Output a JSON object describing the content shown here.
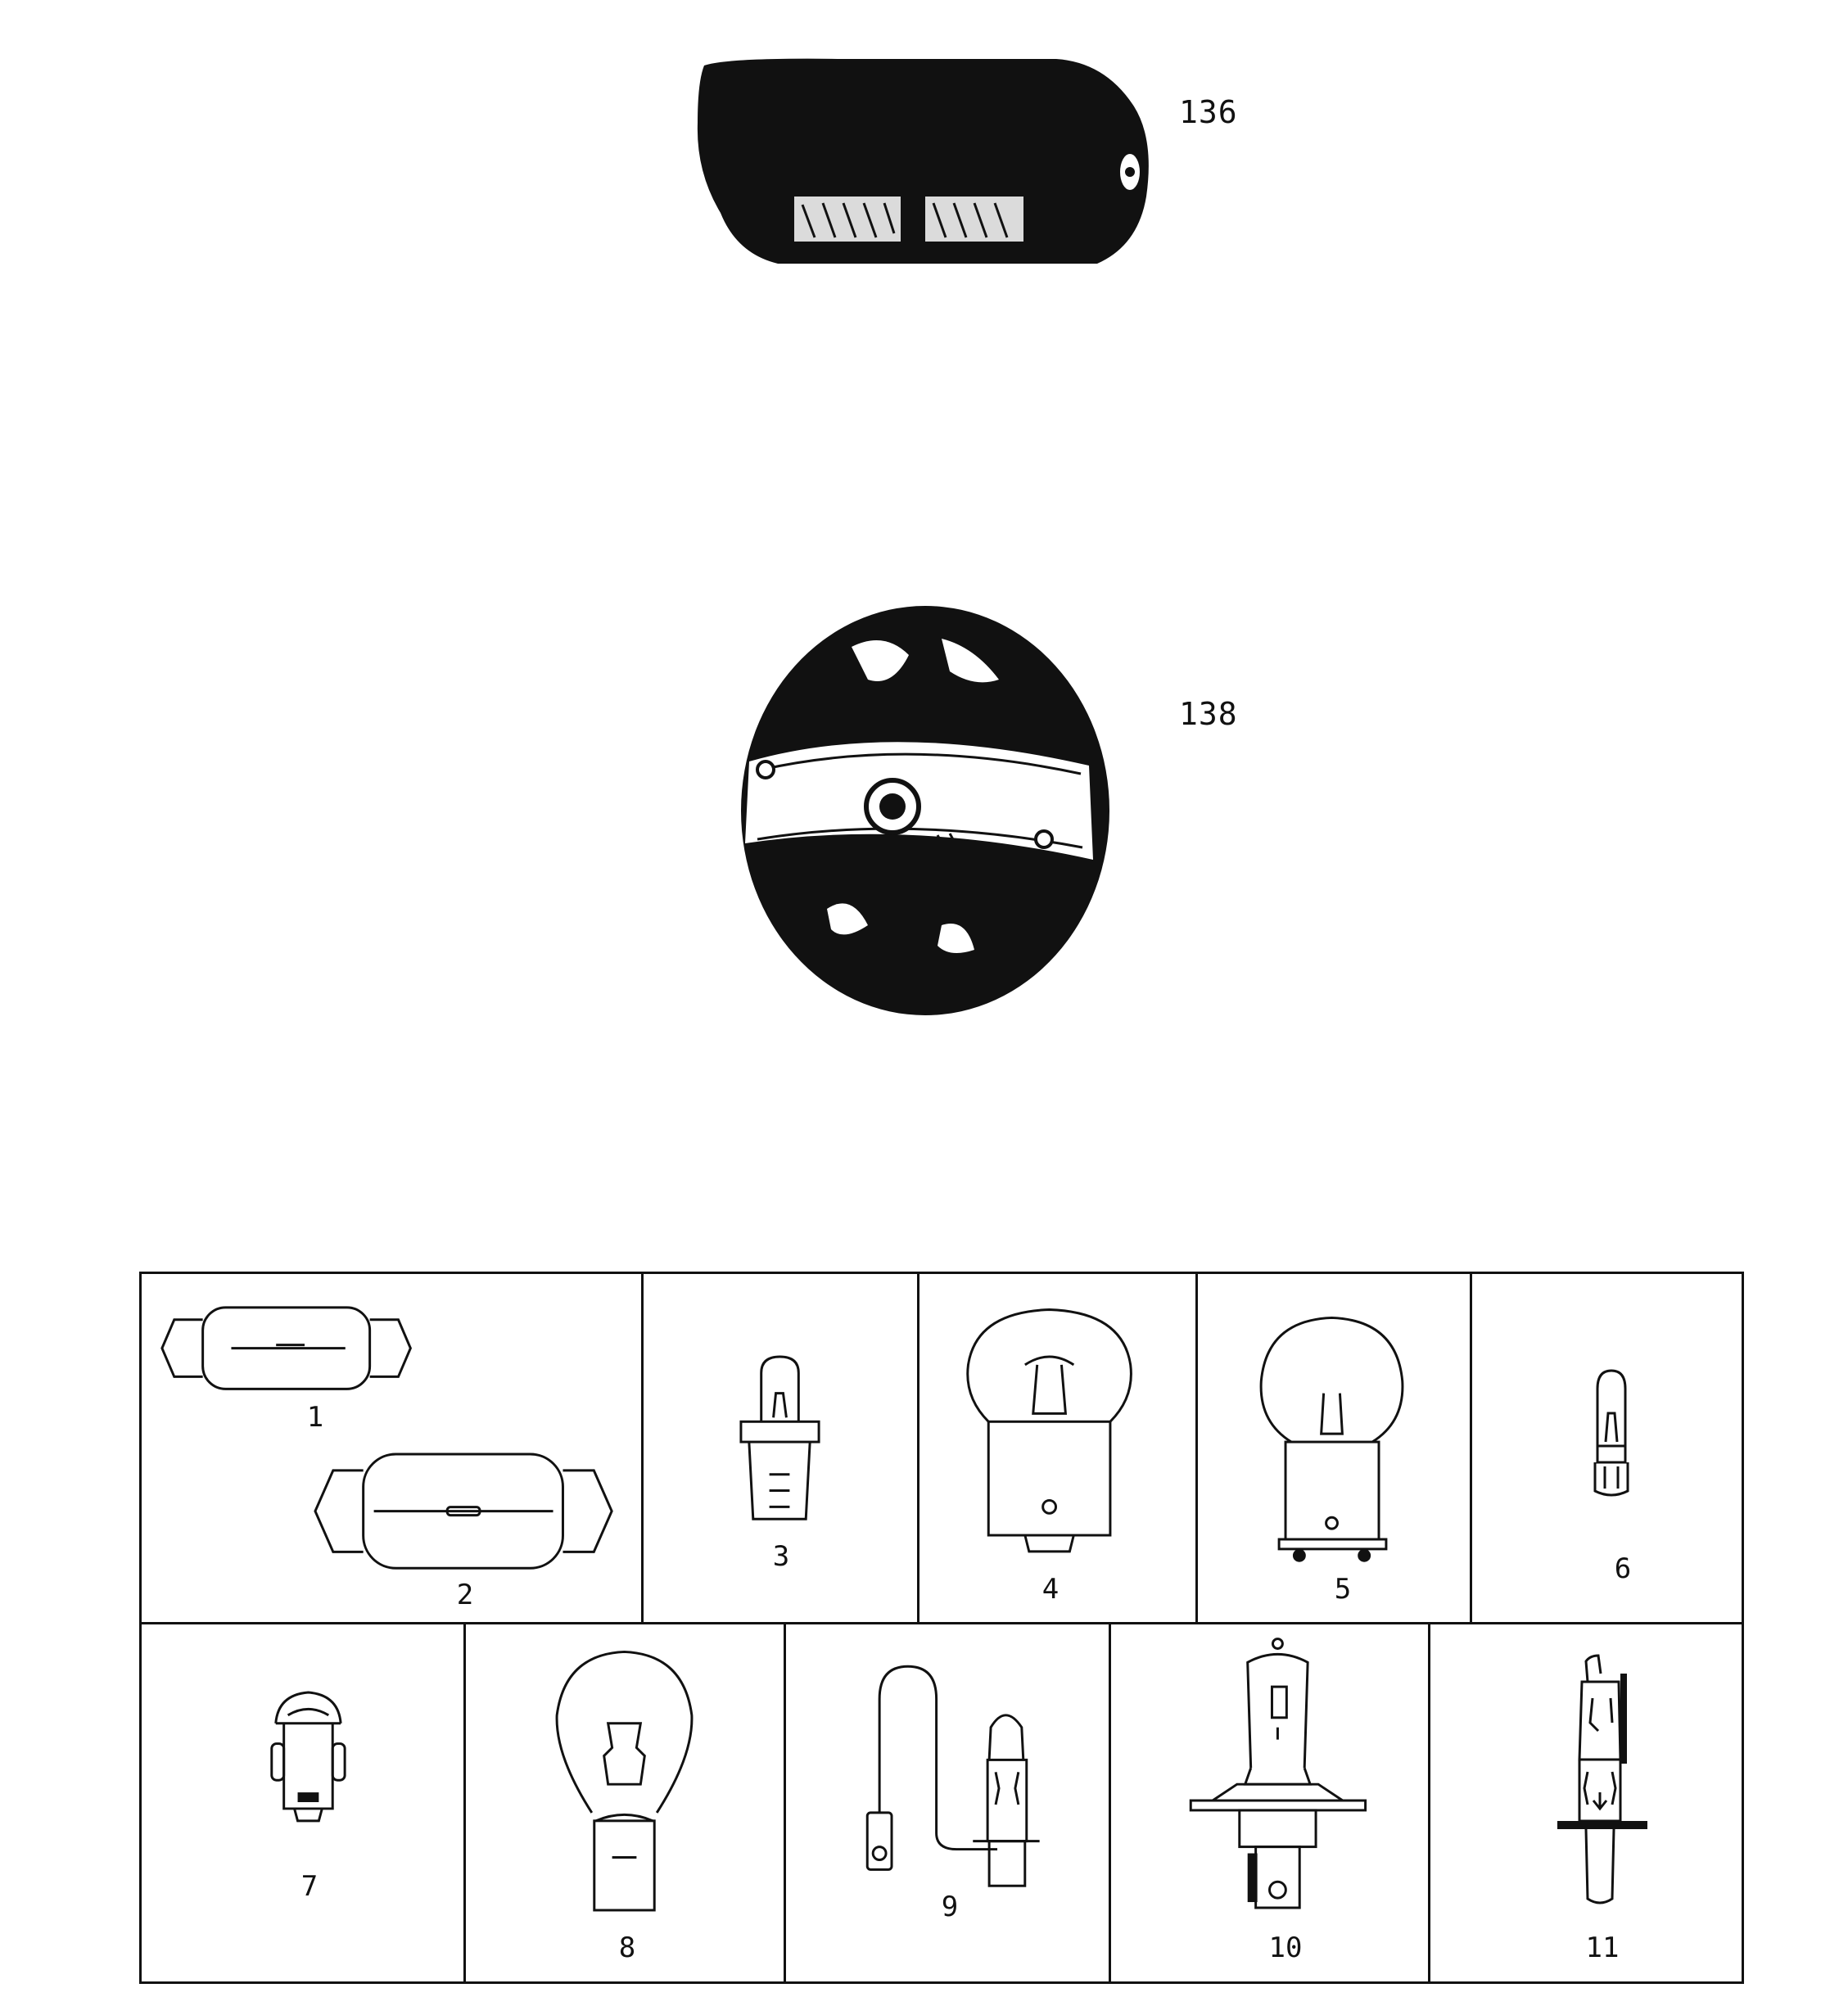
{
  "parts": [
    {
      "id": "lamp-rectangular",
      "callout": "136"
    },
    {
      "id": "lamp-round",
      "callout": "138"
    }
  ],
  "bulb_table": {
    "row1": [
      {
        "labels": [
          "1",
          "2"
        ]
      },
      {
        "labels": [
          "3"
        ]
      },
      {
        "labels": [
          "4"
        ]
      },
      {
        "labels": [
          "5"
        ]
      },
      {
        "labels": [
          "6"
        ]
      }
    ],
    "row2": [
      {
        "labels": [
          "7"
        ]
      },
      {
        "labels": [
          "8"
        ]
      },
      {
        "labels": [
          "9"
        ]
      },
      {
        "labels": [
          "10"
        ]
      },
      {
        "labels": [
          "11"
        ]
      }
    ]
  },
  "colors": {
    "ink": "#111111",
    "paper": "#ffffff"
  }
}
